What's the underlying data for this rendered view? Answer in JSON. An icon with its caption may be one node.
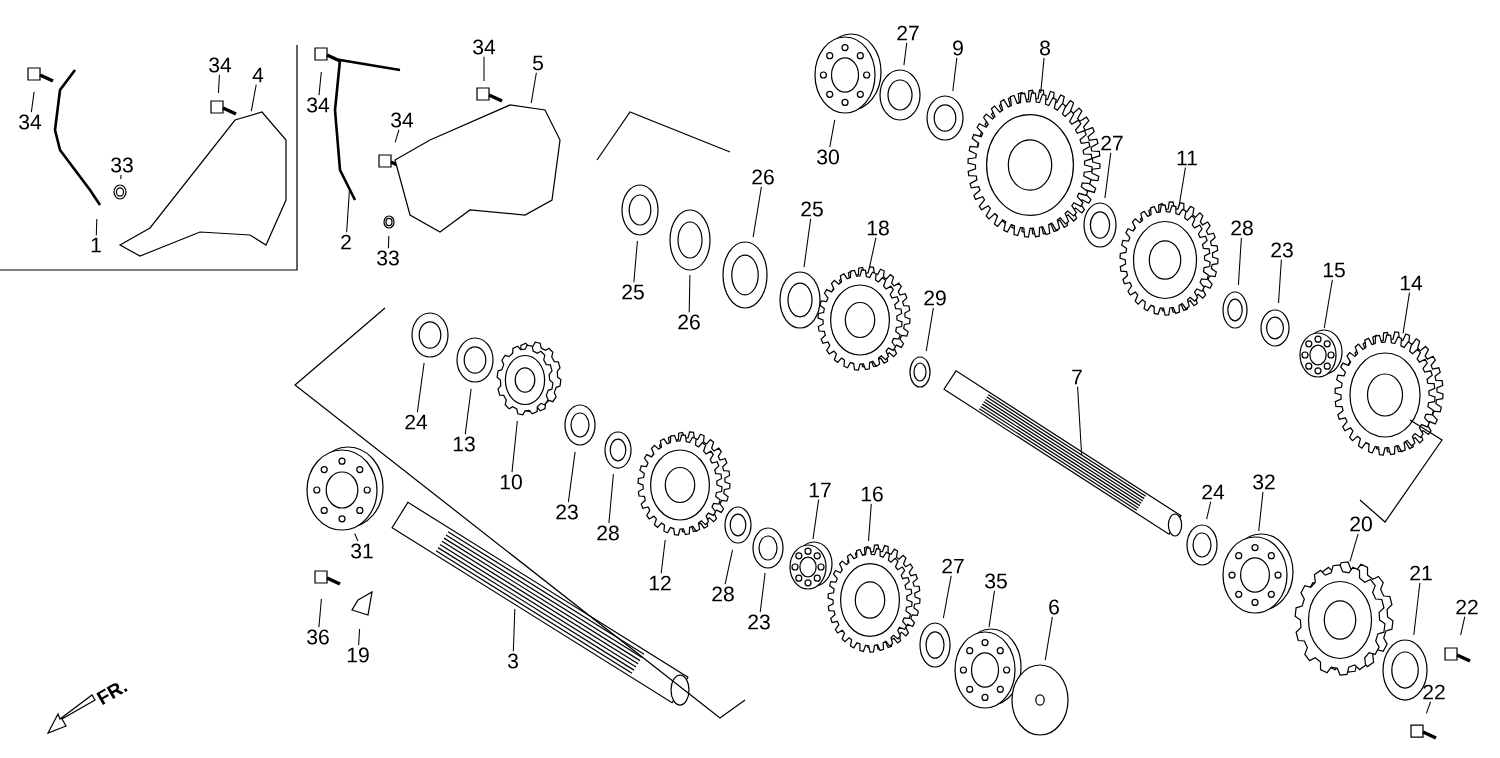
{
  "diagram": {
    "nodes": [
      {
        "text": [
          "34"
        ]
      },
      {
        "text": [
          "1"
        ]
      },
      {
        "text": [
          "33"
        ]
      },
      {
        "text": [
          "34"
        ]
      },
      {
        "text": [
          "4"
        ]
      },
      {
        "text": [
          "34"
        ]
      },
      {
        "text": [
          "2"
        ]
      },
      {
        "text": [
          "33"
        ]
      },
      {
        "text": [
          "34"
        ]
      },
      {
        "text": [
          "34"
        ]
      },
      {
        "text": [
          "5"
        ]
      },
      {
        "text": [
          "30"
        ]
      },
      {
        "text": [
          "27"
        ]
      },
      {
        "text": [
          "9"
        ]
      },
      {
        "text": [
          "8"
        ]
      },
      {
        "text": [
          "27"
        ]
      },
      {
        "text": [
          "11"
        ]
      },
      {
        "text": [
          "28"
        ]
      },
      {
        "text": [
          "23"
        ]
      },
      {
        "text": [
          "15"
        ]
      },
      {
        "text": [
          "14"
        ]
      },
      {
        "text": [
          "26"
        ]
      },
      {
        "text": [
          "25"
        ]
      },
      {
        "text": [
          "18"
        ]
      },
      {
        "text": [
          "29"
        ]
      },
      {
        "text": [
          "25"
        ]
      },
      {
        "text": [
          "26"
        ]
      },
      {
        "text": [
          "7"
        ]
      },
      {
        "text": [
          "24"
        ]
      },
      {
        "text": [
          "13"
        ]
      },
      {
        "text": [
          "10"
        ]
      },
      {
        "text": [
          "23"
        ]
      },
      {
        "text": [
          "28"
        ]
      },
      {
        "text": [
          "12"
        ]
      },
      {
        "text": [
          "17"
        ]
      },
      {
        "text": [
          "16"
        ]
      },
      {
        "text": [
          "24"
        ]
      },
      {
        "text": [
          "32"
        ]
      },
      {
        "text": [
          "20"
        ]
      },
      {
        "text": [
          "31"
        ]
      },
      {
        "text": [
          "36"
        ]
      },
      {
        "text": [
          "19"
        ]
      },
      {
        "text": [
          "3"
        ]
      },
      {
        "text": [
          "28"
        ]
      },
      {
        "text": [
          "23"
        ]
      },
      {
        "text": [
          "27"
        ]
      },
      {
        "text": [
          "35"
        ]
      },
      {
        "text": [
          "6"
        ]
      },
      {
        "text": [
          "21"
        ]
      },
      {
        "text": [
          "22"
        ]
      },
      {
        "text": [
          "22"
        ]
      }
    ],
    "edges": [
      {
        "from": 0,
        "to": null,
        "arrow": "none"
      },
      {
        "from": 1,
        "to": null,
        "arrow": "none"
      },
      {
        "from": 2,
        "to": null,
        "arrow": "none"
      },
      {
        "from": 3,
        "to": null,
        "arrow": "none"
      },
      {
        "from": 4,
        "to": null,
        "arrow": "none"
      },
      {
        "from": 5,
        "to": null,
        "arrow": "none"
      },
      {
        "from": 6,
        "to": null,
        "arrow": "none"
      },
      {
        "from": 7,
        "to": null,
        "arrow": "none"
      },
      {
        "from": 8,
        "to": null,
        "arrow": "none"
      },
      {
        "from": 9,
        "to": null,
        "arrow": "none"
      },
      {
        "from": 10,
        "to": null,
        "arrow": "none"
      },
      {
        "from": 11,
        "to": null,
        "arrow": "none"
      },
      {
        "from": 12,
        "to": null,
        "arrow": "none"
      },
      {
        "from": 13,
        "to": null,
        "arrow": "none"
      },
      {
        "from": 14,
        "to": null,
        "arrow": "none"
      },
      {
        "from": 15,
        "to": null,
        "arrow": "none"
      },
      {
        "from": 16,
        "to": null,
        "arrow": "none"
      },
      {
        "from": 17,
        "to": null,
        "arrow": "none"
      },
      {
        "from": 18,
        "to": null,
        "arrow": "none"
      },
      {
        "from": 19,
        "to": null,
        "arrow": "none"
      },
      {
        "from": 20,
        "to": null,
        "arrow": "none"
      },
      {
        "from": 21,
        "to": null,
        "arrow": "none"
      },
      {
        "from": 22,
        "to": null,
        "arrow": "none"
      },
      {
        "from": 23,
        "to": null,
        "arrow": "none"
      },
      {
        "from": 24,
        "to": null,
        "arrow": "none"
      },
      {
        "from": 25,
        "to": null,
        "arrow": "none"
      },
      {
        "from": 26,
        "to": null,
        "arrow": "none"
      },
      {
        "from": 27,
        "to": null,
        "arrow": "none"
      },
      {
        "from": 28,
        "to": null,
        "arrow": "none"
      },
      {
        "from": 29,
        "to": null,
        "arrow": "none"
      },
      {
        "from": 30,
        "to": null,
        "arrow": "none"
      },
      {
        "from": 31,
        "to": null,
        "arrow": "none"
      },
      {
        "from": 32,
        "to": null,
        "arrow": "none"
      },
      {
        "from": 33,
        "to": null,
        "arrow": "none"
      },
      {
        "from": 34,
        "to": null,
        "arrow": "none"
      },
      {
        "from": 35,
        "to": null,
        "arrow": "none"
      },
      {
        "from": 36,
        "to": null,
        "arrow": "none"
      },
      {
        "from": 37,
        "to": null,
        "arrow": "none"
      },
      {
        "from": 38,
        "to": null,
        "arrow": "none"
      },
      {
        "from": 39,
        "to": null,
        "arrow": "none"
      },
      {
        "from": 40,
        "to": null,
        "arrow": "none"
      },
      {
        "from": 41,
        "to": null,
        "arrow": "none"
      },
      {
        "from": 42,
        "to": null,
        "arrow": "none"
      },
      {
        "from": 43,
        "to": null,
        "arrow": "none"
      },
      {
        "from": 44,
        "to": null,
        "arrow": "none"
      },
      {
        "from": 45,
        "to": null,
        "arrow": "none"
      },
      {
        "from": 46,
        "to": null,
        "arrow": "none"
      },
      {
        "from": 47,
        "to": null,
        "arrow": "none"
      },
      {
        "from": 48,
        "to": null,
        "arrow": "none"
      },
      {
        "from": 49,
        "to": null,
        "arrow": "none"
      },
      {
        "from": 50,
        "to": null,
        "arrow": "none"
      }
    ],
    "labels": [
      "FR."
    ]
  }
}
